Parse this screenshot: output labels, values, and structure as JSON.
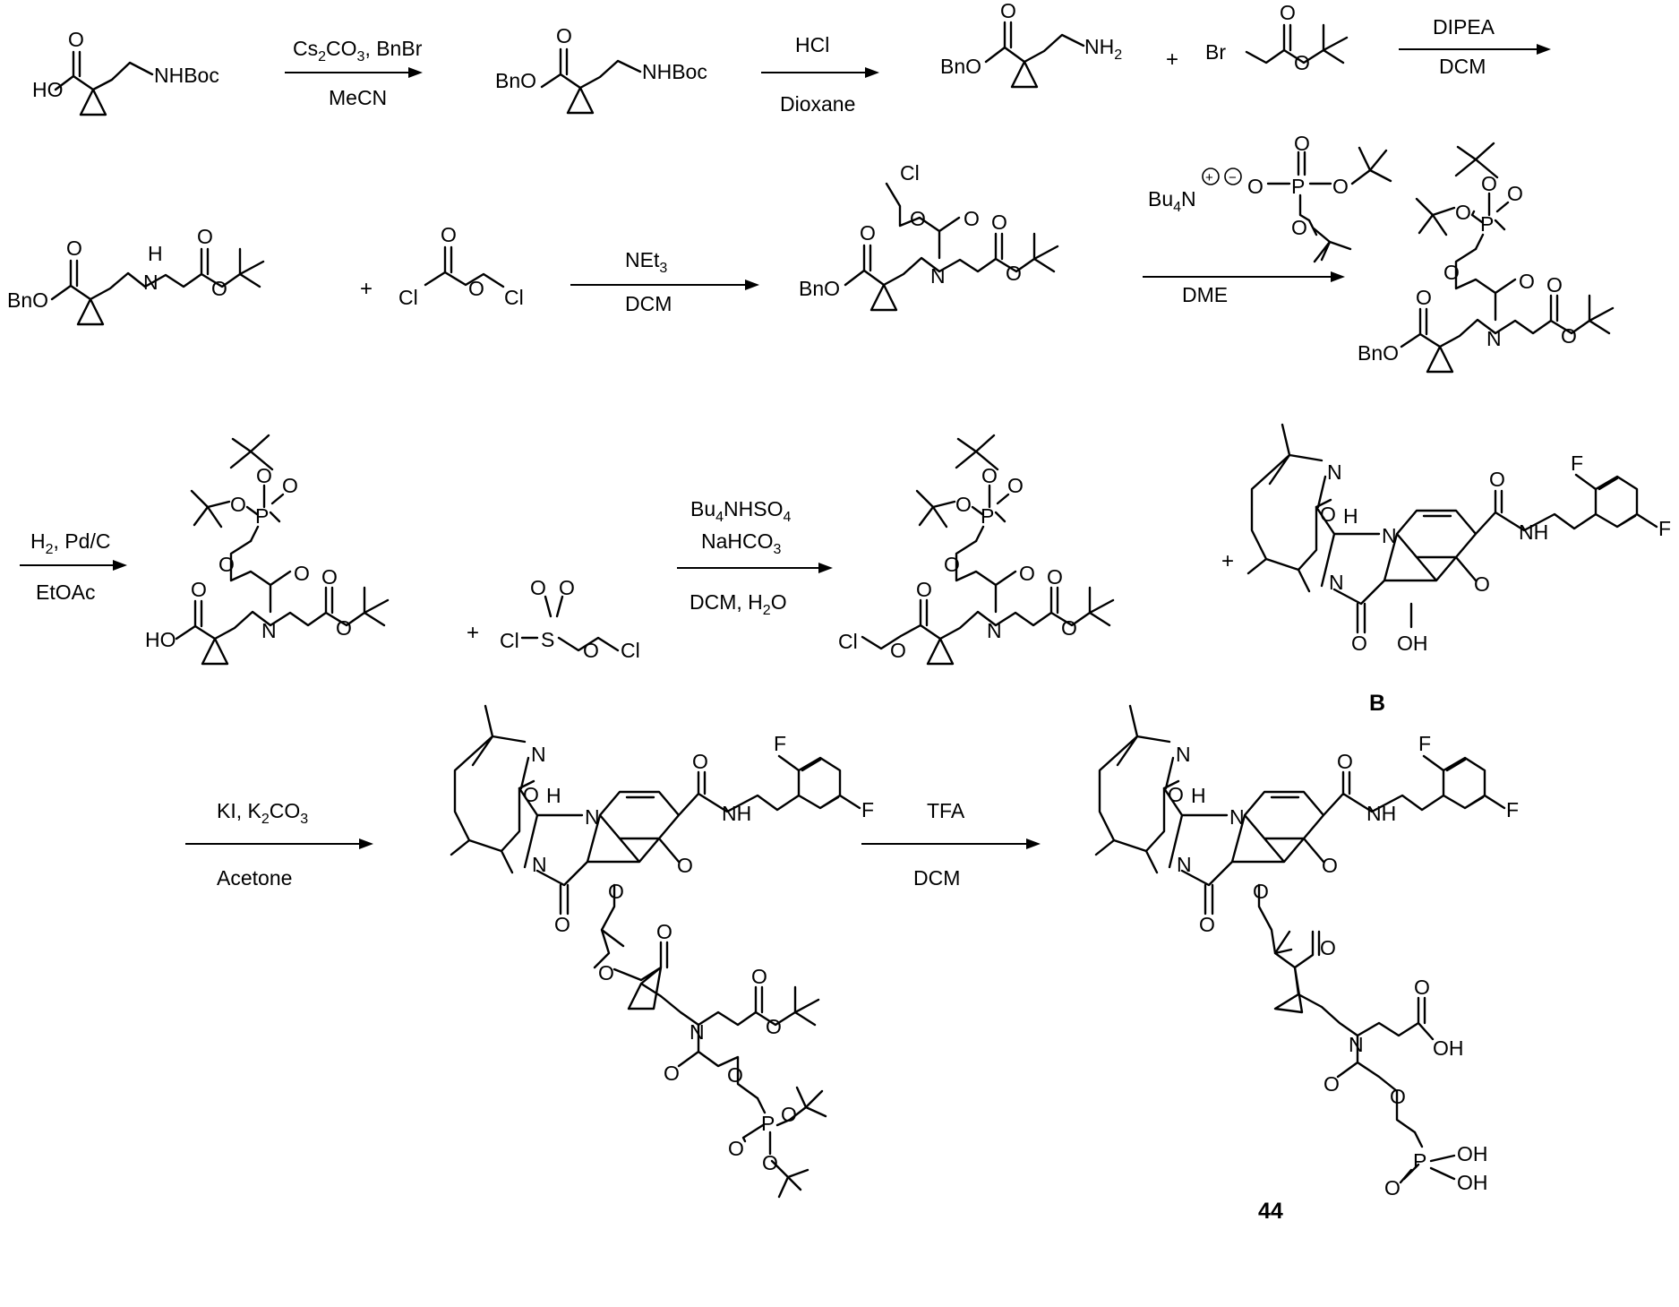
{
  "title": "",
  "reactions": [
    {
      "conditions_above": "Cs2CO3, BnBr",
      "conditions_below": "MeCN"
    },
    {
      "conditions_above": "HCl",
      "conditions_below": "Dioxane"
    },
    {
      "conditions_above": "DIPEA",
      "conditions_below": "DCM"
    },
    {
      "conditions_above": "NEt3",
      "conditions_below": "DCM"
    },
    {
      "conditions_above": "",
      "conditions_below": "DME"
    },
    {
      "conditions_above": "H2, Pd/C",
      "conditions_below": "EtOAc"
    },
    {
      "conditions_above": "Bu4NHSO4 NaHCO3",
      "conditions_below": "DCM, H2O"
    },
    {
      "conditions_above": "KI, K2CO3",
      "conditions_below": "Acetone"
    },
    {
      "conditions_above": "TFA",
      "conditions_below": "DCM"
    }
  ],
  "compound_labels": {
    "intermediate": "B",
    "product": "44"
  },
  "atom_labels": {
    "ho": "HO",
    "oh": "OH",
    "o": "O",
    "nhboc": "NHBoc",
    "bno": "BnO",
    "nh2": "NH",
    "br": "Br",
    "cl": "Cl",
    "n": "N",
    "h": "H",
    "p": "P",
    "s": "S",
    "f": "F",
    "bu4n": "Bu",
    "plus": "+"
  },
  "colors": {
    "ink": "#000000",
    "background": "#ffffff"
  }
}
